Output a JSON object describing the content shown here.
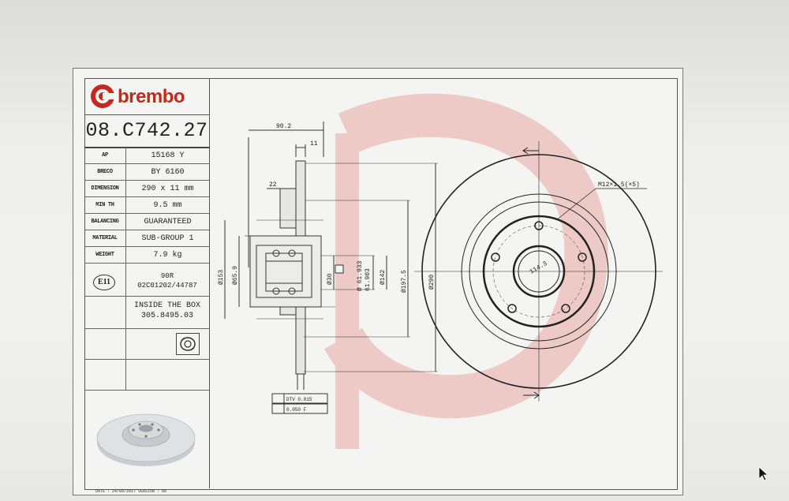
{
  "brand": {
    "name": "brembo",
    "color": "#c5281c"
  },
  "part_number": "08.C742.27",
  "specs": [
    {
      "key": "AP",
      "value": "15168 Y"
    },
    {
      "key": "BRECO",
      "value": "BY 6160"
    },
    {
      "key": "DIMENSION",
      "value": "290 x 11 mm"
    },
    {
      "key": "MIN TH",
      "value": "9.5 mm"
    },
    {
      "key": "BALANCING",
      "value": "GUARANTEED"
    },
    {
      "key": "MATERIAL",
      "value": "SUB-GROUP 1"
    },
    {
      "key": "WEIGHT",
      "value": "7.9 kg"
    }
  ],
  "approval": {
    "badge": "E11",
    "code": "90R",
    "number": "02C01202/44787"
  },
  "inside_box": {
    "label": "INSIDE THE BOX",
    "code": "305.8495.03"
  },
  "footer": "DATE : 24/09/2017 VERSION : 00",
  "section_dims": {
    "width_total": "90.2",
    "thickness": "11",
    "hub_depth": "22",
    "d153": "Ø153",
    "d65_9": "Ø65.9",
    "d30": "Ø30",
    "d61": "Ø 61.933",
    "d61b": "61.903",
    "d142": "Ø142",
    "d197_5": "Ø197.5",
    "d290": "Ø290",
    "tol_dtv": "DTV  0.015",
    "tol_flat": "0.050  F"
  },
  "front_dims": {
    "thread": "M12×1.5(×5)",
    "pcd": "114.3"
  }
}
